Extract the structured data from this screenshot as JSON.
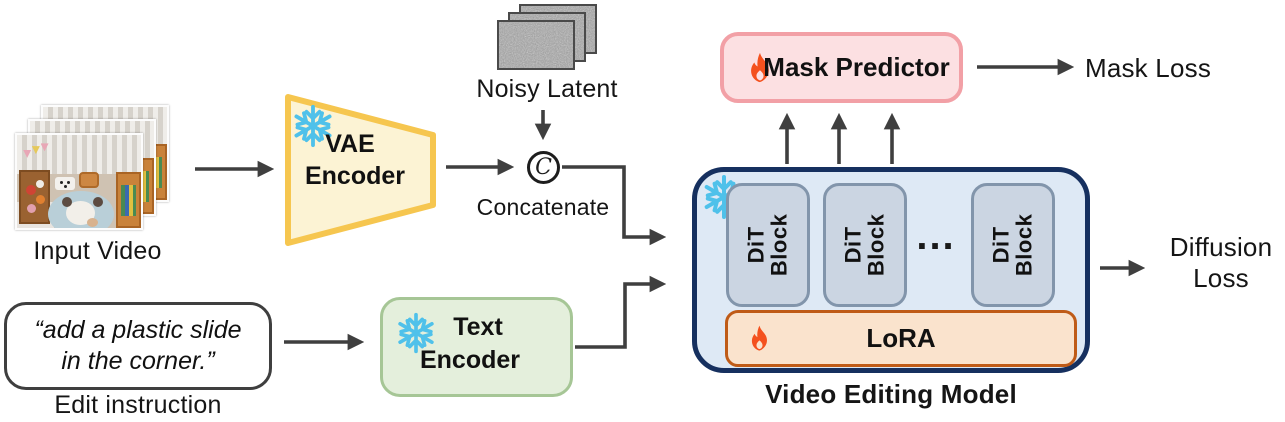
{
  "figure": {
    "type": "model-architecture-diagram",
    "title": "Video editing model training pipeline"
  },
  "colors": {
    "arrow": "#3f3f3f",
    "snowflake": "#4fc1ea",
    "flame": "#f4511e",
    "vae_fill": "#fcf3d4",
    "vae_border": "#f6c64f",
    "text_encoder_fill": "#e4efdc",
    "text_encoder_border": "#a6c696",
    "model_fill": "#dee9f5",
    "model_border": "#16305f",
    "dit_fill": "#cbd5e2",
    "dit_border": "#8295ab",
    "lora_fill": "#fae3cd",
    "lora_border": "#bf5b17",
    "mask_fill": "#fce0e2",
    "mask_border": "#f2a0a6"
  },
  "icons": {
    "frozen": {
      "name": "snowflake-icon",
      "meaning": "frozen weights",
      "color": "#4fc1ea"
    },
    "trainable": {
      "name": "flame-icon",
      "meaning": "trainable weights",
      "color": "#f4511e"
    },
    "concat": {
      "name": "circled-c-icon",
      "symbol": "C"
    }
  },
  "nodes": {
    "input_video": {
      "label": "Input Video"
    },
    "vae_encoder": {
      "line1": "VAE",
      "line2": "Encoder"
    },
    "noisy_latent": {
      "label": "Noisy Latent"
    },
    "concatenate": {
      "symbol": "C",
      "label": "Concatenate"
    },
    "edit_instruction": {
      "quote_line1": "“add a plastic slide",
      "quote_line2": "in the corner.”",
      "label": "Edit instruction"
    },
    "text_encoder": {
      "line1": "Text",
      "line2": "Encoder"
    },
    "video_editing_model": {
      "label": "Video Editing Model",
      "dit_blocks": [
        {
          "line1": "DiT",
          "line2": "Block"
        },
        {
          "line1": "DiT",
          "line2": "Block"
        },
        {
          "line1": "DiT",
          "line2": "Block"
        }
      ],
      "ellipsis": "...",
      "lora": {
        "label": "LoRA"
      }
    },
    "mask_predictor": {
      "label": "Mask Predictor"
    },
    "mask_loss": {
      "label": "Mask Loss"
    },
    "diffusion_loss": {
      "line1": "Diffusion",
      "line2": "Loss"
    }
  }
}
